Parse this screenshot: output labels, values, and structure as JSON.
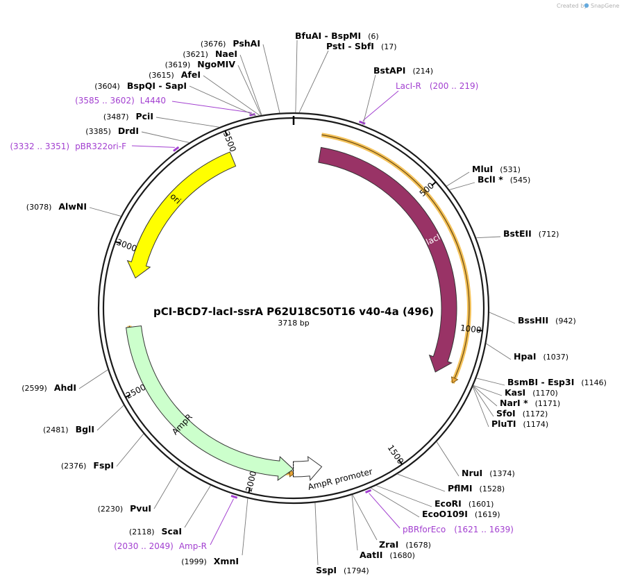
{
  "plasmid": {
    "title": "pCI-BCD7-lacI-ssrA P62U18C50T16 v40-4a (496)",
    "length_label": "3718 bp",
    "length": 3718
  },
  "credit": {
    "prefix": "Created by",
    "brand": "SnapGene"
  },
  "ticks": [
    {
      "value": 500,
      "label": "500"
    },
    {
      "value": 1000,
      "label": "1000"
    },
    {
      "value": 1500,
      "label": "1500"
    },
    {
      "value": 2000,
      "label": "2000"
    },
    {
      "value": 2500,
      "label": "2500"
    },
    {
      "value": 3000,
      "label": "3000"
    },
    {
      "value": 3500,
      "label": "3500"
    }
  ],
  "sites": [
    {
      "name": "BfuAI",
      "name2": "BspMI",
      "pos": 6,
      "pos_label": "(6)"
    },
    {
      "name": "PstI",
      "name2": "SbfI",
      "pos": 17,
      "pos_label": "(17)"
    },
    {
      "name": "BstAPI",
      "pos": 214,
      "pos_label": "(214)"
    },
    {
      "name": "MluI",
      "pos": 531,
      "pos_label": "(531)"
    },
    {
      "name": "BclI *",
      "pos": 545,
      "pos_label": "(545)"
    },
    {
      "name": "BstEII",
      "pos": 712,
      "pos_label": "(712)"
    },
    {
      "name": "BssHII",
      "pos": 942,
      "pos_label": "(942)"
    },
    {
      "name": "HpaI",
      "pos": 1037,
      "pos_label": "(1037)"
    },
    {
      "name": "BsmBI",
      "name2": "Esp3I",
      "pos": 1146,
      "pos_label": "(1146)"
    },
    {
      "name": "KasI",
      "pos": 1170,
      "pos_label": "(1170)"
    },
    {
      "name": "NarI *",
      "pos": 1171,
      "pos_label": "(1171)"
    },
    {
      "name": "SfoI",
      "pos": 1172,
      "pos_label": "(1172)"
    },
    {
      "name": "PluTI",
      "pos": 1174,
      "pos_label": "(1174)"
    },
    {
      "name": "NruI",
      "pos": 1374,
      "pos_label": "(1374)"
    },
    {
      "name": "PflMI",
      "pos": 1528,
      "pos_label": "(1528)"
    },
    {
      "name": "EcoRI",
      "pos": 1601,
      "pos_label": "(1601)"
    },
    {
      "name": "EcoO109I",
      "pos": 1619,
      "pos_label": "(1619)"
    },
    {
      "name": "ZraI",
      "pos": 1678,
      "pos_label": "(1678)"
    },
    {
      "name": "AatII",
      "pos": 1680,
      "pos_label": "(1680)"
    },
    {
      "name": "SspI",
      "pos": 1794,
      "pos_label": "(1794)"
    },
    {
      "name": "XmnI",
      "pos": 1999,
      "pos_label": "(1999)"
    },
    {
      "name": "ScaI",
      "pos": 2118,
      "pos_label": "(2118)"
    },
    {
      "name": "PvuI",
      "pos": 2230,
      "pos_label": "(2230)"
    },
    {
      "name": "FspI",
      "pos": 2376,
      "pos_label": "(2376)"
    },
    {
      "name": "BglI",
      "pos": 2481,
      "pos_label": "(2481)"
    },
    {
      "name": "AhdI",
      "pos": 2599,
      "pos_label": "(2599)"
    },
    {
      "name": "AlwNI",
      "pos": 3078,
      "pos_label": "(3078)"
    },
    {
      "name": "DrdI",
      "pos": 3385,
      "pos_label": "(3385)"
    },
    {
      "name": "PciI",
      "pos": 3487,
      "pos_label": "(3487)"
    },
    {
      "name": "BspQI",
      "name2": "SapI",
      "pos": 3604,
      "pos_label": "(3604)"
    },
    {
      "name": "AfeI",
      "pos": 3615,
      "pos_label": "(3615)"
    },
    {
      "name": "NgoMIV",
      "pos": 3619,
      "pos_label": "(3619)"
    },
    {
      "name": "NaeI",
      "pos": 3621,
      "pos_label": "(3621)"
    },
    {
      "name": "PshAI",
      "pos": 3676,
      "pos_label": "(3676)"
    }
  ],
  "primers": [
    {
      "name": "LacI-R",
      "range_label": "(200 .. 219)",
      "start": 200,
      "end": 219
    },
    {
      "name": "pBRforEco",
      "range_label": "(1621 .. 1639)",
      "start": 1621,
      "end": 1639
    },
    {
      "name": "Amp-R",
      "range_label": "(2030 .. 2049)",
      "start": 2030,
      "end": 2049
    },
    {
      "name": "pBR322ori-F",
      "range_label": "(3332 .. 3351)",
      "start": 3332,
      "end": 3351
    },
    {
      "name": "L4440",
      "range_label": "(3585 .. 3602)",
      "start": 3585,
      "end": 3602
    }
  ],
  "features": [
    {
      "name": "lacI",
      "start": 100,
      "end": 1180,
      "strand": 1,
      "color": "#993366",
      "label_color": "#ffffff"
    },
    {
      "name": "AmpR",
      "start": 1860,
      "end": 2720,
      "strand": -1,
      "color": "#ccffcc",
      "label_color": "#000000"
    },
    {
      "name": "AmpR promoter",
      "start": 1755,
      "end": 1860,
      "strand": -1,
      "color": "#ffffff",
      "label_color": "#000000"
    },
    {
      "name": "ori",
      "start": 2900,
      "end": 3489,
      "strand": -1,
      "color": "#ffff00",
      "label_color": "#000000"
    }
  ],
  "translations": [
    {
      "start": 95,
      "end": 1190,
      "strand": 1,
      "color": "#f4c25a"
    },
    {
      "start": 1855,
      "end": 2725,
      "strand": -1,
      "color": "#f4c25a"
    }
  ],
  "colors": {
    "backbone": "#1a1a1a",
    "primer": "#a23fd0",
    "leader": "#777777"
  }
}
